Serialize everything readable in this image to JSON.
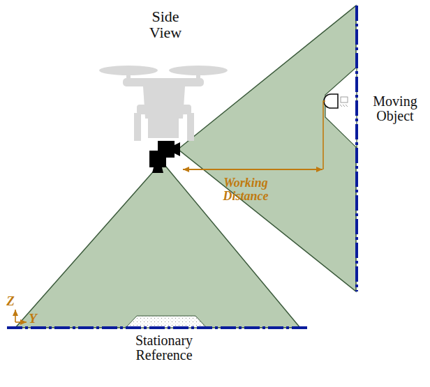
{
  "diagram": {
    "labels": [
      "Side View",
      "Moving Object",
      "Working Distance",
      "Stationary Reference",
      "Z",
      "Y"
    ]
  }
}
